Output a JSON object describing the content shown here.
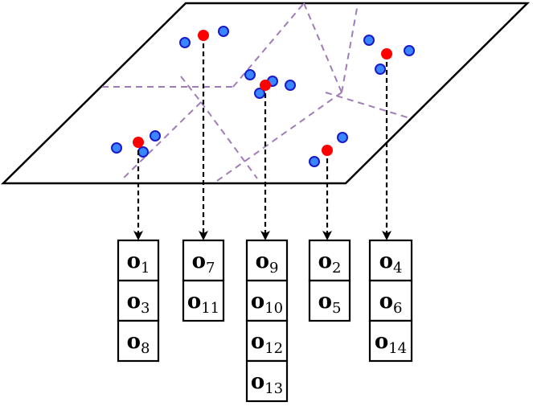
{
  "colors": {
    "plane_stroke": "#000000",
    "partition_line": "#a07cb8",
    "centroid": "#ff0000",
    "point_fill": "#3a86ff",
    "point_stroke": "#1a1acc",
    "arrow": "#000000",
    "box_stroke": "#000000"
  },
  "clusters": [
    {
      "id": "cluster-1",
      "items": [
        {
          "base": "o",
          "sub": "1"
        },
        {
          "base": "o",
          "sub": "3"
        },
        {
          "base": "o",
          "sub": "8"
        }
      ]
    },
    {
      "id": "cluster-2",
      "items": [
        {
          "base": "o",
          "sub": "7"
        },
        {
          "base": "o",
          "sub": "11"
        }
      ]
    },
    {
      "id": "cluster-3",
      "items": [
        {
          "base": "o",
          "sub": "9"
        },
        {
          "base": "o",
          "sub": "10"
        },
        {
          "base": "o",
          "sub": "12"
        },
        {
          "base": "o",
          "sub": "13"
        }
      ]
    },
    {
      "id": "cluster-4",
      "items": [
        {
          "base": "o",
          "sub": "2"
        },
        {
          "base": "o",
          "sub": "5"
        }
      ]
    },
    {
      "id": "cluster-5",
      "items": [
        {
          "base": "o",
          "sub": "4"
        },
        {
          "base": "o",
          "sub": "6"
        },
        {
          "base": "o",
          "sub": "14"
        }
      ]
    }
  ]
}
